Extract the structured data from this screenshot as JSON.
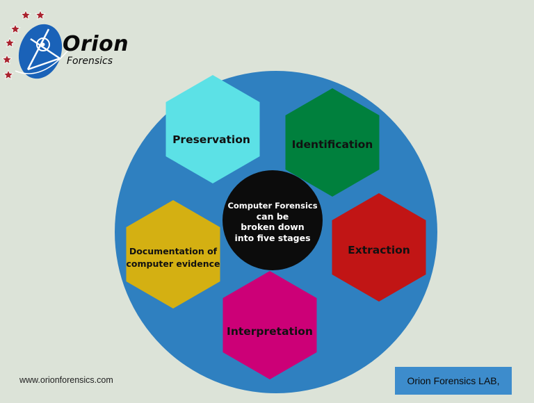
{
  "brand": {
    "name": "Orion",
    "subname": "Forensics",
    "website": "www.orionforensics.com",
    "lab_label": "Orion Forensics LAB,"
  },
  "center": {
    "lines": [
      "Computer Forensics",
      "can be",
      "broken down",
      "into five stages"
    ],
    "color": "#0c0c0c"
  },
  "stages": [
    {
      "label": "Preservation",
      "color": "#5ce1e6"
    },
    {
      "label": "Identification",
      "color": "#00803d"
    },
    {
      "label": "Extraction",
      "color": "#c11515"
    },
    {
      "label": "Interpretation",
      "color": "#cc0077"
    },
    {
      "label": "Documentation of computer evidence",
      "lines": [
        "Documentation of",
        "computer evidence"
      ],
      "color": "#d4b012"
    }
  ],
  "colors": {
    "background": "#dce3d8",
    "circle": "#2f80c0",
    "lab_box": "#3d8ccc",
    "star": "#a8232e",
    "logo_blue": "#1a62b8"
  }
}
